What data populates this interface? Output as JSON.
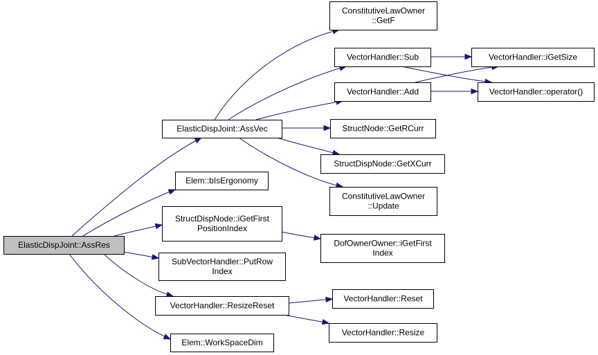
{
  "colors": {
    "node_fill": "#ffffff",
    "root_fill": "#bfbfbf",
    "node_border": "#000000",
    "edge": "#191970"
  },
  "nodes": {
    "assres": {
      "lines": [
        "ElasticDispJoint::AssRes"
      ],
      "root": true
    },
    "assvec": {
      "lines": [
        "ElasticDispJoint::AssVec"
      ]
    },
    "bisergonomy": {
      "lines": [
        "Elem::bIsErgonomy"
      ]
    },
    "igetfirstpos": {
      "lines": [
        "StructDispNode::iGetFirst",
        "PositionIndex"
      ]
    },
    "putrowindex": {
      "lines": [
        "SubVectorHandler::PutRow",
        "Index"
      ]
    },
    "resizereset": {
      "lines": [
        "VectorHandler::ResizeReset"
      ]
    },
    "workspacedim": {
      "lines": [
        "Elem::WorkSpaceDim"
      ]
    },
    "getf": {
      "lines": [
        "ConstitutiveLawOwner",
        "::GetF"
      ]
    },
    "sub": {
      "lines": [
        "VectorHandler::Sub"
      ]
    },
    "add": {
      "lines": [
        "VectorHandler::Add"
      ]
    },
    "getrcurr": {
      "lines": [
        "StructNode::GetRCurr"
      ]
    },
    "getxcurr": {
      "lines": [
        "StructDispNode::GetXCurr"
      ]
    },
    "update": {
      "lines": [
        "ConstitutiveLawOwner",
        "::Update"
      ]
    },
    "igetsize": {
      "lines": [
        "VectorHandler::iGetSize"
      ]
    },
    "operator": {
      "lines": [
        "VectorHandler::operator()"
      ]
    },
    "dofigetfirst": {
      "lines": [
        "DofOwnerOwner::iGetFirst",
        "Index"
      ]
    },
    "reset": {
      "lines": [
        "VectorHandler::Reset"
      ]
    },
    "resize": {
      "lines": [
        "VectorHandler::Resize"
      ]
    }
  },
  "edges": [
    [
      "assres",
      "assvec"
    ],
    [
      "assres",
      "bisergonomy"
    ],
    [
      "assres",
      "igetfirstpos"
    ],
    [
      "assres",
      "putrowindex"
    ],
    [
      "assres",
      "resizereset"
    ],
    [
      "assres",
      "workspacedim"
    ],
    [
      "assvec",
      "getf"
    ],
    [
      "assvec",
      "sub"
    ],
    [
      "assvec",
      "add"
    ],
    [
      "assvec",
      "getrcurr"
    ],
    [
      "assvec",
      "getxcurr"
    ],
    [
      "assvec",
      "update"
    ],
    [
      "sub",
      "igetsize"
    ],
    [
      "sub",
      "operator"
    ],
    [
      "add",
      "igetsize"
    ],
    [
      "add",
      "operator"
    ],
    [
      "igetfirstpos",
      "dofigetfirst"
    ],
    [
      "resizereset",
      "reset"
    ],
    [
      "resizereset",
      "resize"
    ]
  ]
}
